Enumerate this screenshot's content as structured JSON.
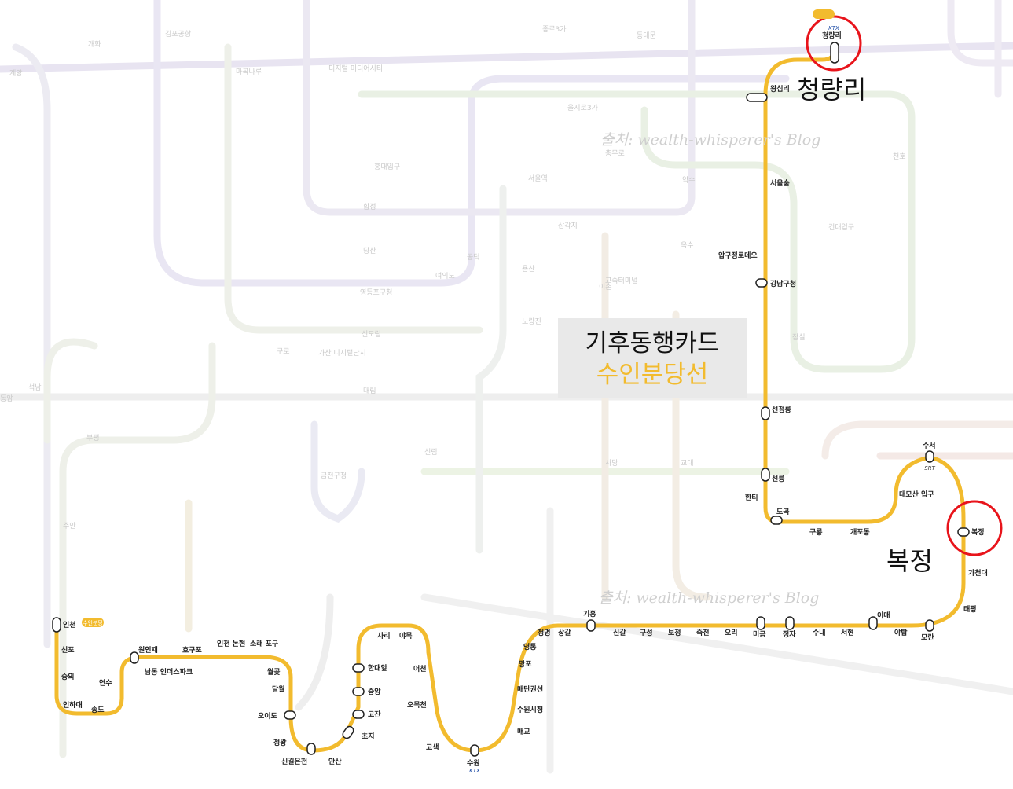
{
  "title_left_line1": "기후동행카드",
  "title_left_line2": "수인분당선",
  "callout_top": "청량리",
  "callout_right": "복정",
  "watermark_text": "출처: wealth-whisperer's Blog",
  "line_badge": "수인분당",
  "ktx_label": "KTX",
  "srt_label": "SRT",
  "colors": {
    "line": "#f2bb2e",
    "highlight_circle": "#e8141b",
    "ghost_line": "#e6e6e6"
  },
  "stations": [
    "인천",
    "신포",
    "숭의",
    "인하대",
    "송도",
    "연수",
    "원인재",
    "남동 인더스파크",
    "호구포",
    "인천 논현",
    "소래 포구",
    "월곶",
    "달월",
    "오이도",
    "정왕",
    "신길온천",
    "안산",
    "초지",
    "고잔",
    "중앙",
    "한대앞",
    "사리",
    "야목",
    "어천",
    "오목천",
    "고색",
    "수원",
    "매교",
    "수원시청",
    "매탄권선",
    "망포",
    "영통",
    "청명",
    "상갈",
    "기흥",
    "신갈",
    "구성",
    "보정",
    "죽전",
    "오리",
    "미금",
    "정자",
    "수내",
    "서현",
    "이매",
    "야탑",
    "모란",
    "태평",
    "가천대",
    "복정",
    "수서",
    "대모산 입구",
    "개포동",
    "구룡",
    "도곡",
    "한티",
    "선릉",
    "선정릉",
    "강남구청",
    "압구정로데오",
    "서울숲",
    "왕십리",
    "청량리"
  ],
  "ghost_labels": [
    "개화",
    "마곡나루",
    "디지털 미디어시티",
    "홍대입구",
    "합정",
    "당산",
    "영등포구청",
    "신도림",
    "구로",
    "금천구청",
    "가산 디지털단지",
    "대림",
    "신림",
    "사당",
    "교대",
    "고속터미널",
    "노량진",
    "여의도",
    "공덕",
    "서울역",
    "용산",
    "삼각지",
    "이촌",
    "옥수",
    "약수",
    "동대문",
    "종로3가",
    "을지로3가",
    "충무로",
    "잠실",
    "건대입구",
    "천호",
    "부평",
    "주안",
    "동암",
    "석남",
    "계양",
    "김포공항"
  ]
}
